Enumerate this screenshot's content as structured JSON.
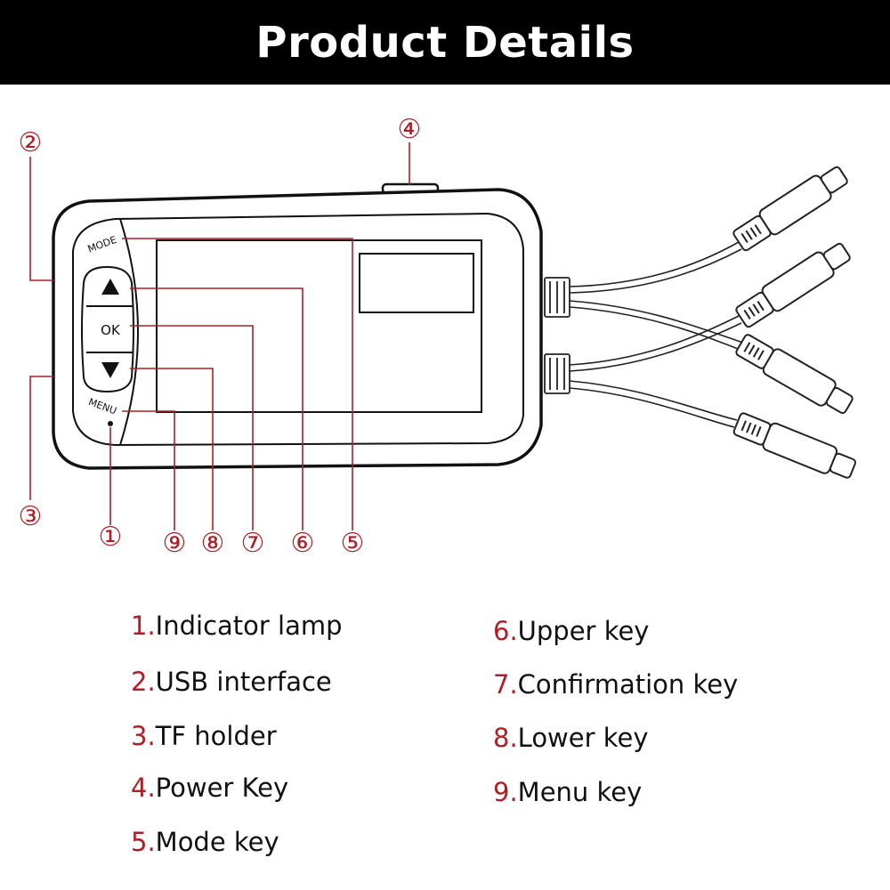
{
  "header": {
    "title": "Product Details"
  },
  "device": {
    "mode_label": "MODE",
    "menu_label": "MENU",
    "ok_label": "OK"
  },
  "callout_numbers": [
    "①",
    "②",
    "③",
    "④",
    "⑤",
    "⑥",
    "⑦",
    "⑧",
    "⑨"
  ],
  "legend": [
    {
      "num": "1.",
      "label": "Indicator lamp"
    },
    {
      "num": "2.",
      "label": "USB interface"
    },
    {
      "num": "3.",
      "label": "TF holder"
    },
    {
      "num": "4.",
      "label": "Power Key"
    },
    {
      "num": "5.",
      "label": "Mode key"
    },
    {
      "num": "6.",
      "label": "Upper key"
    },
    {
      "num": "7.",
      "label": "Confirmation key"
    },
    {
      "num": "8.",
      "label": "Lower key"
    },
    {
      "num": "9.",
      "label": "Menu key"
    }
  ],
  "colors": {
    "accent": "#b01e23",
    "header_bg": "#000000",
    "line": "#111111"
  }
}
